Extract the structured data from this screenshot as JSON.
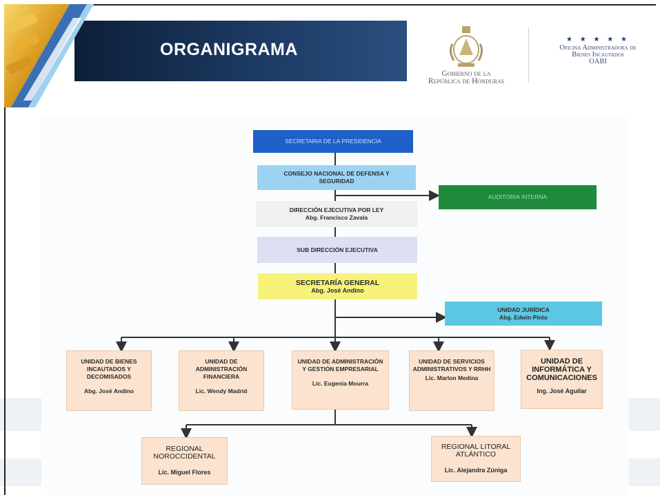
{
  "header": {
    "title": "ORGANIGRAMA",
    "gov_line1": "Gobierno de la",
    "gov_line2": "República de Honduras",
    "oabi_stars": "★ ★ ★ ★ ★",
    "oabi_line1": "Oficina Administradora de",
    "oabi_line2": "Bienes Incautados",
    "oabi_line3": "OABI"
  },
  "org": {
    "presidencia": "SECRETARIA DE LA PRESIDENCIA",
    "consejo": "CONSEJO NACIONAL DE DEFENSA Y SEGURIDAD",
    "direccion": {
      "title": "DIRECCIÓN EJECUTIVA POR LEY",
      "name": "Abg. Francisco Zavala"
    },
    "auditoria": "AUDITORIA INTERNA",
    "subdireccion": "SUB DIRECCIÓN EJECUTIVA",
    "secretaria": {
      "title": "SECRETARÍA GENERAL",
      "name": "Abg. José Andino"
    },
    "juridica": {
      "title": "UNIDAD JURÍDICA",
      "name": "Abg. Edwin Pinto"
    },
    "units": [
      {
        "title": "UNIDAD DE BIENES INCAUTADOS Y DECOMISADOS",
        "name": "Abg. José Andino"
      },
      {
        "title": "UNIDAD DE ADMINISTRACIÓN FINANCIERA",
        "name": "Lic. Wendy Madrid"
      },
      {
        "title": "UNIDAD DE ADMINISTRACIÓN Y GESTIÓN EMPRESARIAL",
        "name": "Lic. Eugenia Mourra"
      },
      {
        "title": "UNIDAD DE SERVICIOS ADMINISTRATIVOS Y RRHH",
        "name": "Lic. Marlon Medina"
      },
      {
        "title": "UNIDAD DE INFORMÁTICA Y COMUNICACIONES",
        "name": "Ing. José Aguilar"
      }
    ],
    "regionals": [
      {
        "title": "REGIONAL NOROCCIDENTAL",
        "name": "Lic. Miguel Flores"
      },
      {
        "title": "REGIONAL LITORAL ATLÁNTICO",
        "name": "Lic. Alejandra Zúniga"
      }
    ]
  },
  "colors": {
    "presidencia": "#1f5fc8",
    "consejo": "#9dd3f2",
    "direccion": "#eef0f1",
    "auditoria": "#1e8a3c",
    "subdireccion": "#dde0f3",
    "secretaria": "#f6f27a",
    "juridica": "#5bc7e3",
    "units": "#fbe3cf"
  }
}
